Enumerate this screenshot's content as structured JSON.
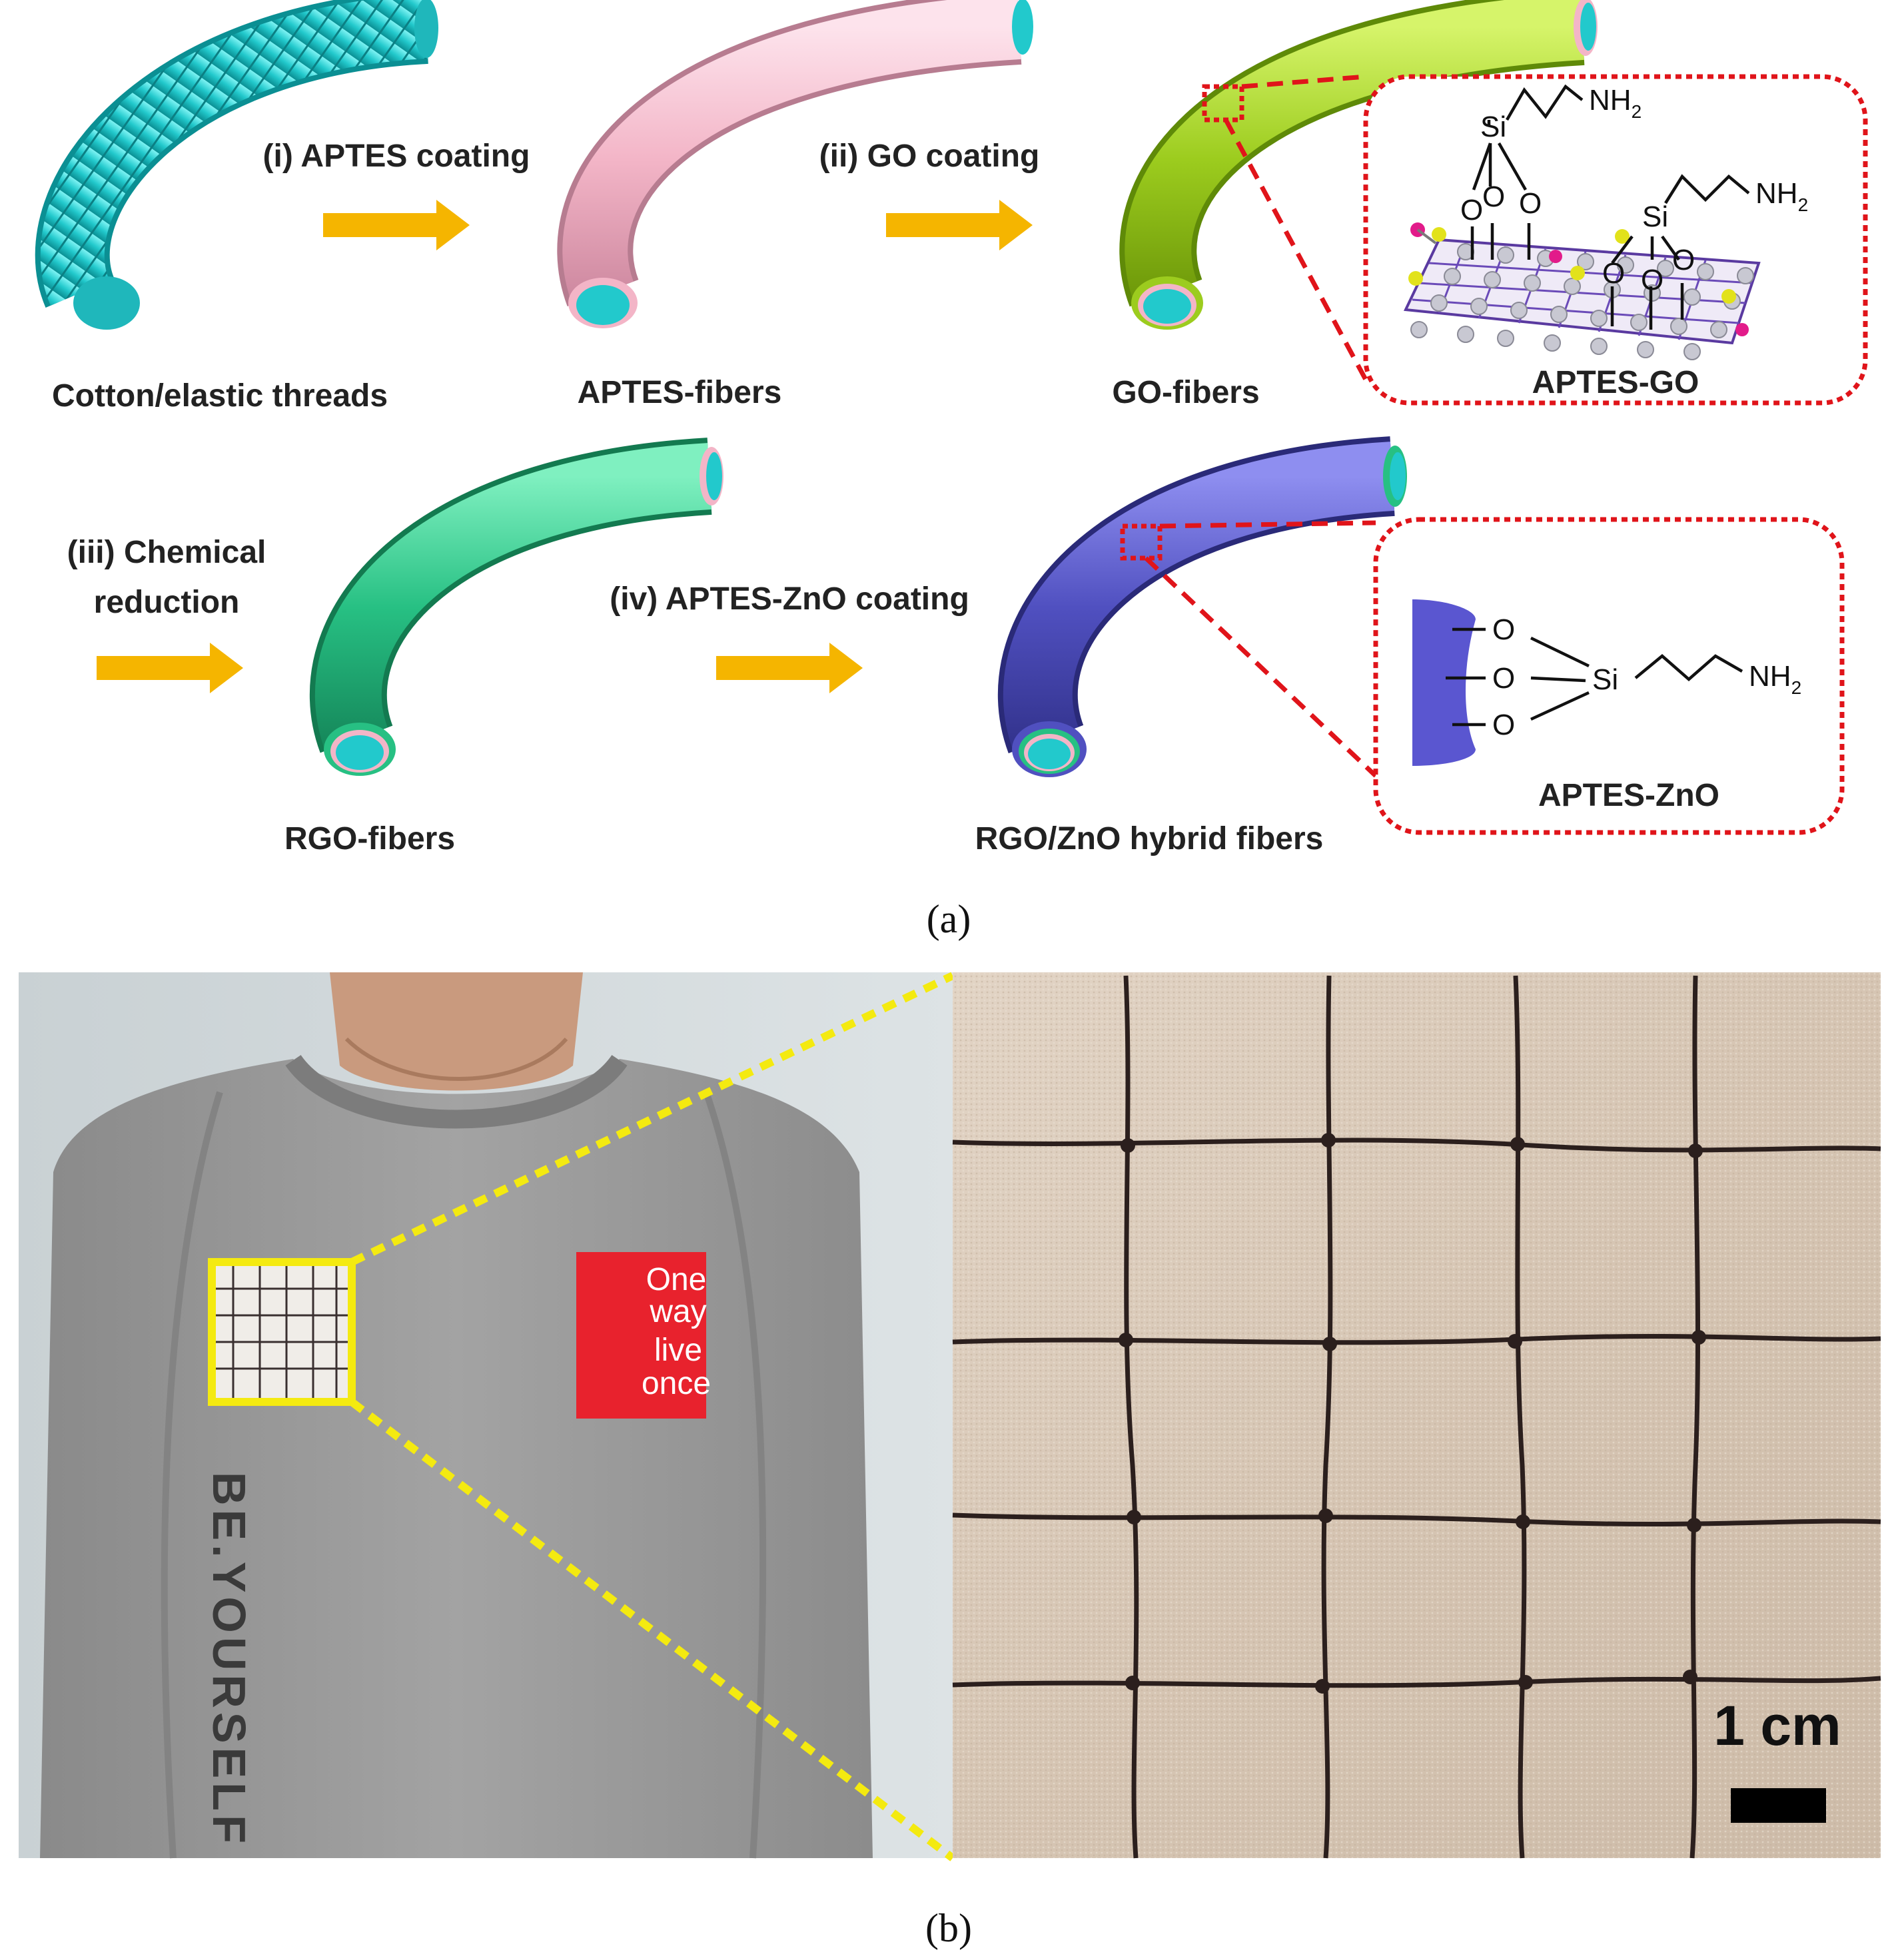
{
  "panel_a": {
    "labels": {
      "cotton": "Cotton/elastic threads",
      "aptes_fibers": "APTES-fibers",
      "go_fibers": "GO-fibers",
      "rgo_fibers": "RGO-fibers",
      "hybrid_fibers": "RGO/ZnO hybrid fibers"
    },
    "steps": {
      "step1": "(i) APTES coating",
      "step2": "(ii) GO coating",
      "step3_line1": "(iii) Chemical",
      "step3_line2": "reduction",
      "step4": "(iv) APTES-ZnO coating"
    },
    "insets": {
      "go": {
        "title": "APTES-GO",
        "si": "Si",
        "o": "O",
        "nh2": "NH",
        "sub2": "2"
      },
      "zno": {
        "title": "APTES-ZnO",
        "si": "Si",
        "o": "O",
        "nh2": "NH",
        "sub2": "2"
      }
    },
    "caption": "(a)"
  },
  "panel_b": {
    "shirt_patch_text": {
      "line1": "One",
      "line2": "way",
      "line3": "live",
      "line4": "once"
    },
    "sleeve_text": "BE.YOURSELF",
    "scale_bar": "1 cm",
    "caption": "(b)"
  },
  "colors": {
    "thread_cyan": "#22c9cc",
    "aptes_pink": "#f3b5c7",
    "go_green": "#9ccc1e",
    "rgo_green": "#27c083",
    "hybrid_purple": "#5050c0",
    "arrow_orange": "#f5b500",
    "dotted_red": "#e0141a",
    "highlight_yellow": "#f4ea10",
    "shirt_gray": "#9a9a9a",
    "fabric_beige": "#d9c9b8",
    "patch_red": "#e8222d"
  }
}
